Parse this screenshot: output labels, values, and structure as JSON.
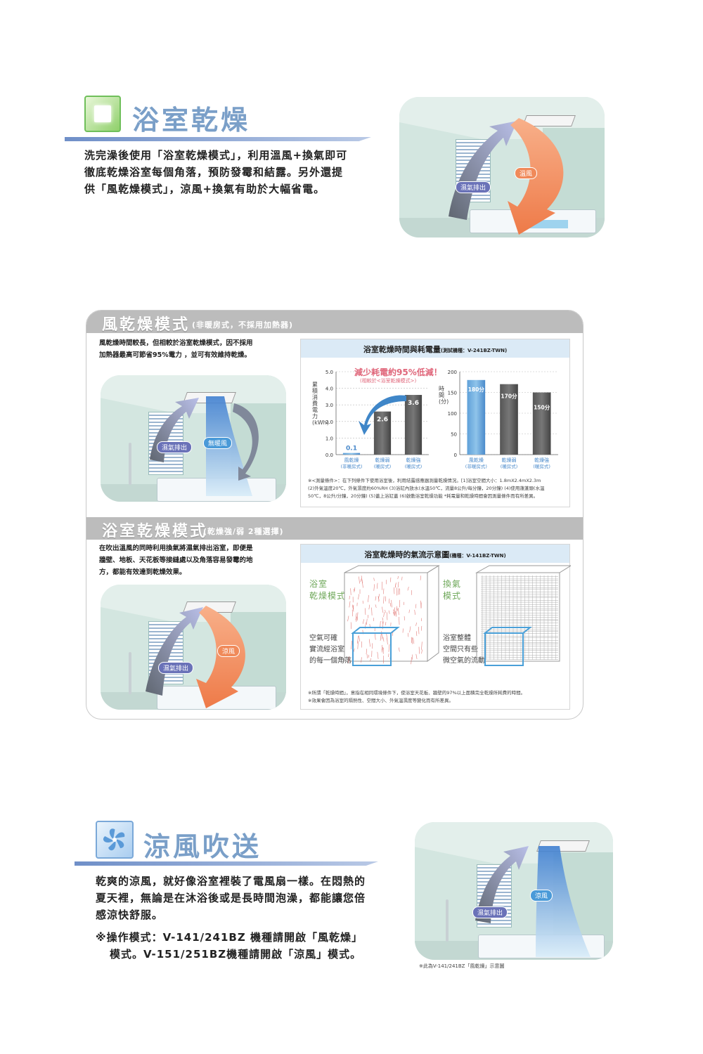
{
  "section1": {
    "title": "浴室乾燥",
    "desc_lines": [
      "洗完澡後使用「浴室乾燥模式」，利用溫風+換氣即可",
      "徹底乾燥浴室每個角落，預防發霉和結露。另外還提",
      "供「風乾燥模式」，涼風+換氣有助於大幅省電。"
    ],
    "tag_exhaust": "濕氣排出",
    "tag_warm": "溫風"
  },
  "panel": {
    "mode1": {
      "title": "風乾燥模式",
      "subtitle": "(非暖房式，不採用加熱器)",
      "desc_lines": [
        "風乾燥時間較長，但相較於浴室乾燥模式，因不採用",
        "加熱器最高可節省95%電力 ，並可有效維持乾燥。"
      ],
      "tag_exhaust": "濕氣排出",
      "tag_cool": "無暖風",
      "chart_title": "浴室乾燥時間與耗電量",
      "chart_title_small": "(測試機種：V-241BZ-TWN)",
      "saving_text": "減少耗電約95%低減！",
      "saving_sub": "(相較於<浴室乾燥模式>)",
      "y1_label": "累積消費電力(kWh)",
      "y2_label": "時間(分)",
      "note_lines": [
        "※<測量條件>：在下列條件下使用浴室後，利用結露感應器測量乾燥情況。[1]浴室空間大小：1.8mX2.4mX2.3m",
        "(2)外氣溫度20℃，外氣濕度約60%RH (3)浴缸內放水(水溫50℃，流量8公升/每分鐘，20分鐘) (4)使用蓮蓬頭(水溫",
        "50℃，8公升/分鐘，20分鐘) (5)蓋上浴缸蓋 (6)啟動浴室乾燥功能 *耗電量和乾燥時間會因測量條件而有所差異。"
      ]
    },
    "mode2": {
      "title": "浴室乾燥模式",
      "subtitle": "(乾燥強/弱 2種選擇)",
      "desc_lines": [
        "在吹出溫風的同時利用換氣將濕氣排出浴室，即便是",
        "牆壁、地板、天花板等接縫處以及角落容易發霉的地",
        "方，都能有效達到乾燥效果。"
      ],
      "tag_exhaust": "濕氣排出",
      "tag_cool": "涼風",
      "chart_title": "浴室乾燥時的氣流示意圖",
      "chart_title_small": "(機種：V-141BZ-TWN)",
      "flow_left_title": [
        "浴室",
        "乾燥模式"
      ],
      "flow_left_desc": [
        "空氣可確",
        "實流經浴室",
        "的每一個角落"
      ],
      "flow_right_title": [
        "換氣",
        "模式"
      ],
      "flow_right_desc": [
        "浴室整體",
        "空間只有些",
        "微空氣的流動"
      ],
      "note_lines": [
        "※所謂「乾燥時間」，意指在相同環境條件下，使浴室天花板、牆壁的97%以上面積完全乾燥所耗費的時間。",
        "※效果會因為浴室的隔熱性、空間大小、外氣溫濕度等變化而有所差異。"
      ]
    }
  },
  "section3": {
    "title": "涼風吹送",
    "desc_lines": [
      "乾爽的涼風，就好像浴室裡裝了電風扇一樣。在悶熱的",
      "夏天裡，無論是在沐浴後或是長時間泡澡，都能讓您倍",
      "感涼快舒服。"
    ],
    "op_lines": [
      "※操作模式：V-141/241BZ 機種請開啟「風乾燥」",
      "模式。V-151/251BZ機種請開啟「涼風」模式。"
    ],
    "tag_exhaust": "濕氣排出",
    "tag_cool": "涼風",
    "caption": "※此為V-141/241BZ「風乾燥」示意圖"
  },
  "chart_data": [
    {
      "type": "bar",
      "title": "",
      "categories": [
        "風乾燥",
        "乾燥弱",
        "乾燥強"
      ],
      "category_subs": [
        "(非暖房式)",
        "(暖房式)",
        "(暖房式)"
      ],
      "values": [
        0.1,
        2.6,
        3.6
      ],
      "value_labels": [
        "0.1",
        "2.6",
        "3.6"
      ],
      "ylim": [
        0,
        5
      ],
      "ticks": [
        "0.0",
        "1.0",
        "2.0",
        "3.0",
        "4.0",
        "5.0"
      ],
      "ylabel": "累積消費電力(kWh)"
    },
    {
      "type": "bar",
      "title": "",
      "categories": [
        "風乾燥",
        "乾燥弱",
        "乾燥強"
      ],
      "category_subs": [
        "(非暖房式)",
        "(暖房式)",
        "(暖房式)"
      ],
      "values": [
        180,
        170,
        150
      ],
      "value_labels": [
        "180分",
        "170分",
        "150分"
      ],
      "ylim": [
        0,
        200
      ],
      "ticks": [
        "0",
        "50",
        "100",
        "150",
        "200"
      ],
      "ylabel": "時間(分)"
    }
  ],
  "colors": {
    "accent": "#7a9fc8",
    "warm": "#f08a5a",
    "cool": "#4a9ad8",
    "exhaust": "#6a72b8"
  }
}
